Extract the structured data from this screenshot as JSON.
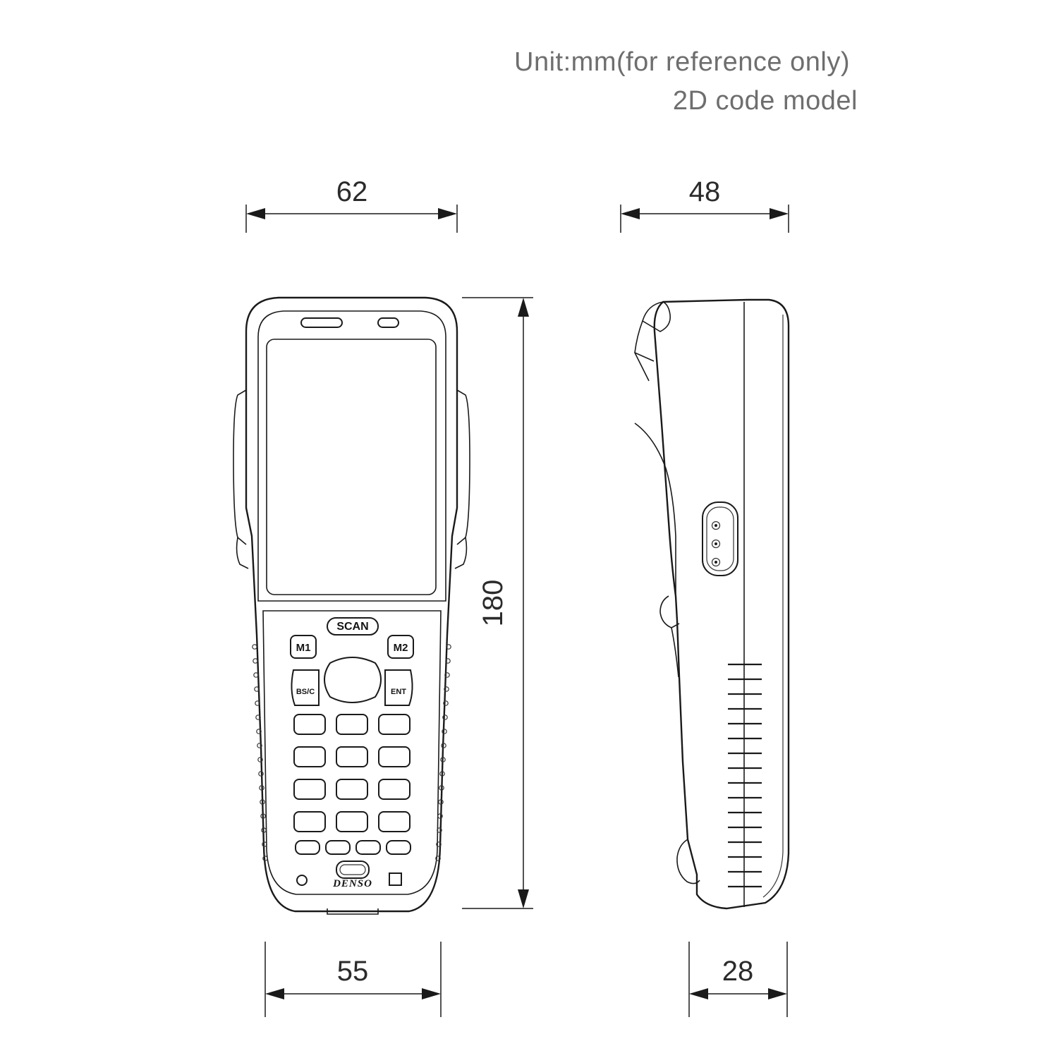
{
  "drawing": {
    "title_line1": "Unit:mm(for reference only)",
    "title_line2": "2D code model",
    "line_color": "#1a1a1a",
    "title_color": "#6e6e6e",
    "background": "#ffffff"
  },
  "dimensions": {
    "front_width_top": "62",
    "front_width_bottom": "55",
    "front_height": "180",
    "side_width_top": "48",
    "side_width_bottom": "28"
  },
  "views": {
    "front": {
      "name": "front-view",
      "screen_label": "",
      "brand": "DENSO"
    },
    "side": {
      "name": "side-view"
    }
  },
  "keys": {
    "scan": "SCAN",
    "m1": "M1",
    "m2": "M2",
    "bsc": "BS/C",
    "ent": "ENT",
    "numeric_rows": 4,
    "numeric_cols": 3,
    "function_row_count": 4
  },
  "icons": {
    "speaker": "speaker-slot-icon",
    "led": "led-indicator-icon",
    "nav": "navigation-pad-icon",
    "connector": "three-dot-connector-icon",
    "power": "power-indicator-icon",
    "grip": "grip-ribs-icon"
  }
}
